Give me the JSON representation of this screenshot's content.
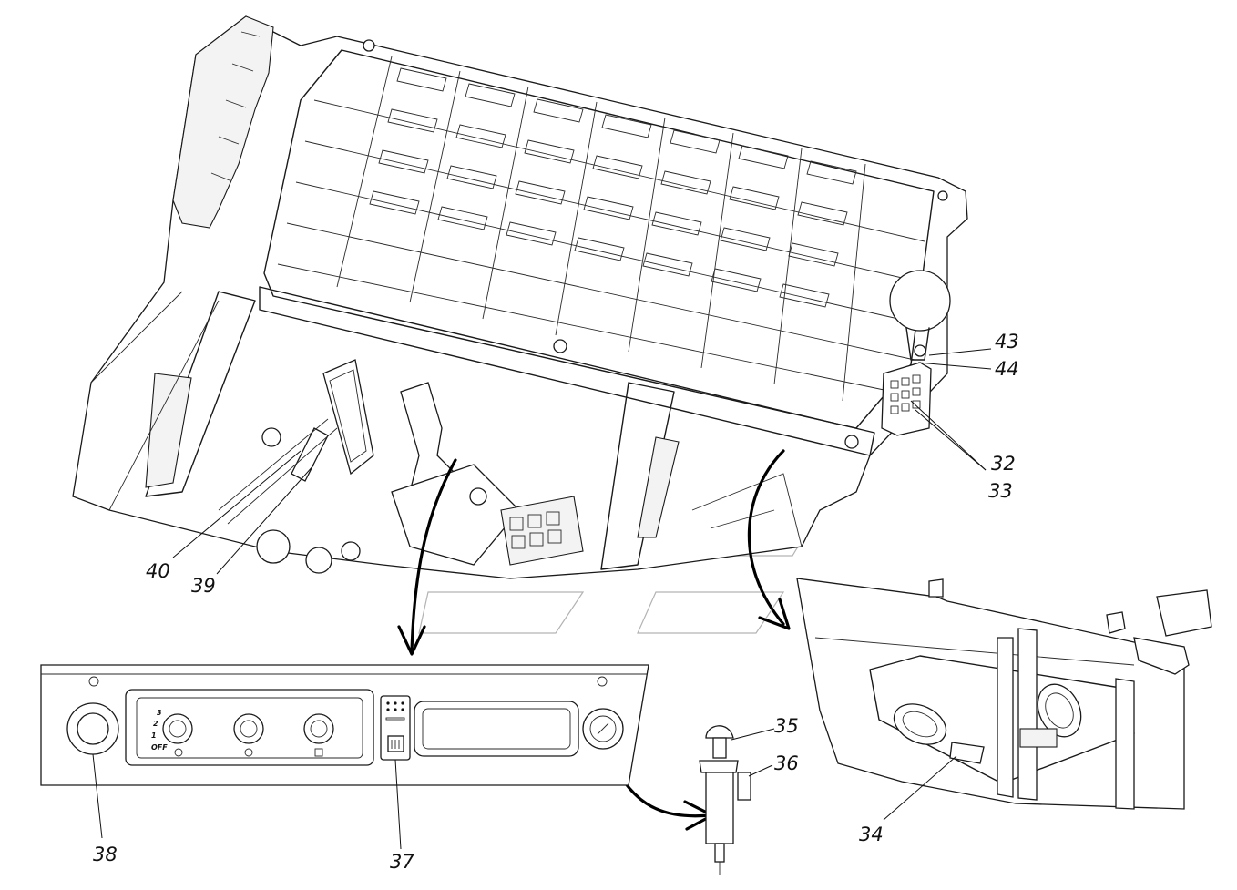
{
  "callouts": [
    {
      "id": "43",
      "text": "43"
    },
    {
      "id": "44",
      "text": "44"
    },
    {
      "id": "32",
      "text": "32"
    },
    {
      "id": "33",
      "text": "33"
    },
    {
      "id": "40",
      "text": "40"
    },
    {
      "id": "39",
      "text": "39"
    },
    {
      "id": "35",
      "text": "35"
    },
    {
      "id": "36",
      "text": "36"
    },
    {
      "id": "38",
      "text": "38"
    },
    {
      "id": "37",
      "text": "37"
    },
    {
      "id": "34",
      "text": "34"
    }
  ],
  "panel_knob_marks": {
    "m3": "3",
    "m2": "2",
    "m1": "1",
    "off": "OFF"
  },
  "colors": {
    "line": "#1a1a1a",
    "watermark": "#9a9a9a",
    "background": "#ffffff"
  }
}
